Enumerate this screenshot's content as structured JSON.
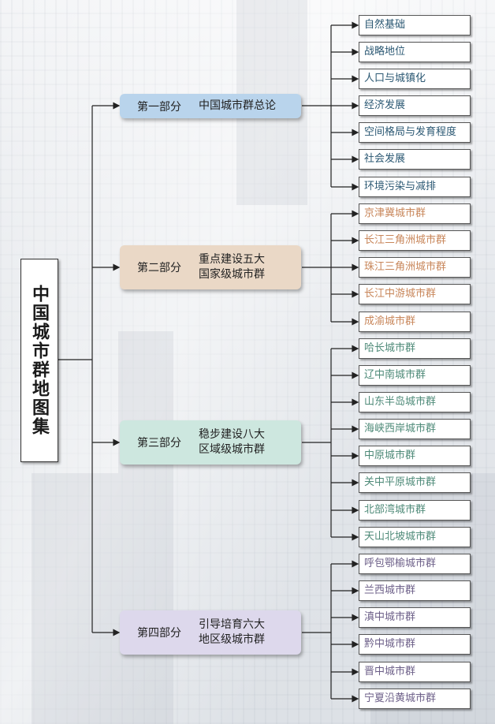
{
  "root": {
    "title": "中国城市群地图集"
  },
  "parts": [
    {
      "label": "第一部分",
      "title": "中国城市群总论",
      "color": "#b9d4ec",
      "text_color": "#2b5873",
      "items": [
        "自然基础",
        "战略地位",
        "人口与城镇化",
        "经济发展",
        "空间格局与发育程度",
        "社会发展",
        "环境污染与减排"
      ]
    },
    {
      "label": "第二部分",
      "title": "重点建设五大国家级城市群",
      "color": "#ead8c6",
      "text_color": "#c8865a",
      "items": [
        "京津冀城市群",
        "长江三角洲城市群",
        "珠江三角洲城市群",
        "长江中游城市群",
        "成渝城市群"
      ]
    },
    {
      "label": "第三部分",
      "title": "稳步建设八大区域级城市群",
      "color": "#cde7df",
      "text_color": "#4e8a78",
      "items": [
        "哈长城市群",
        "辽中南城市群",
        "山东半岛城市群",
        "海峡西岸城市群",
        "中原城市群",
        "关中平原城市群",
        "北部湾城市群",
        "天山北坡城市群"
      ]
    },
    {
      "label": "第四部分",
      "title": "引导培育六大地区级城市群",
      "color": "#ddd8ec",
      "text_color": "#6c5f88",
      "items": [
        "呼包鄂榆城市群",
        "兰西城市群",
        "滇中城市群",
        "黔中城市群",
        "晋中城市群",
        "宁夏沿黄城市群"
      ]
    }
  ]
}
